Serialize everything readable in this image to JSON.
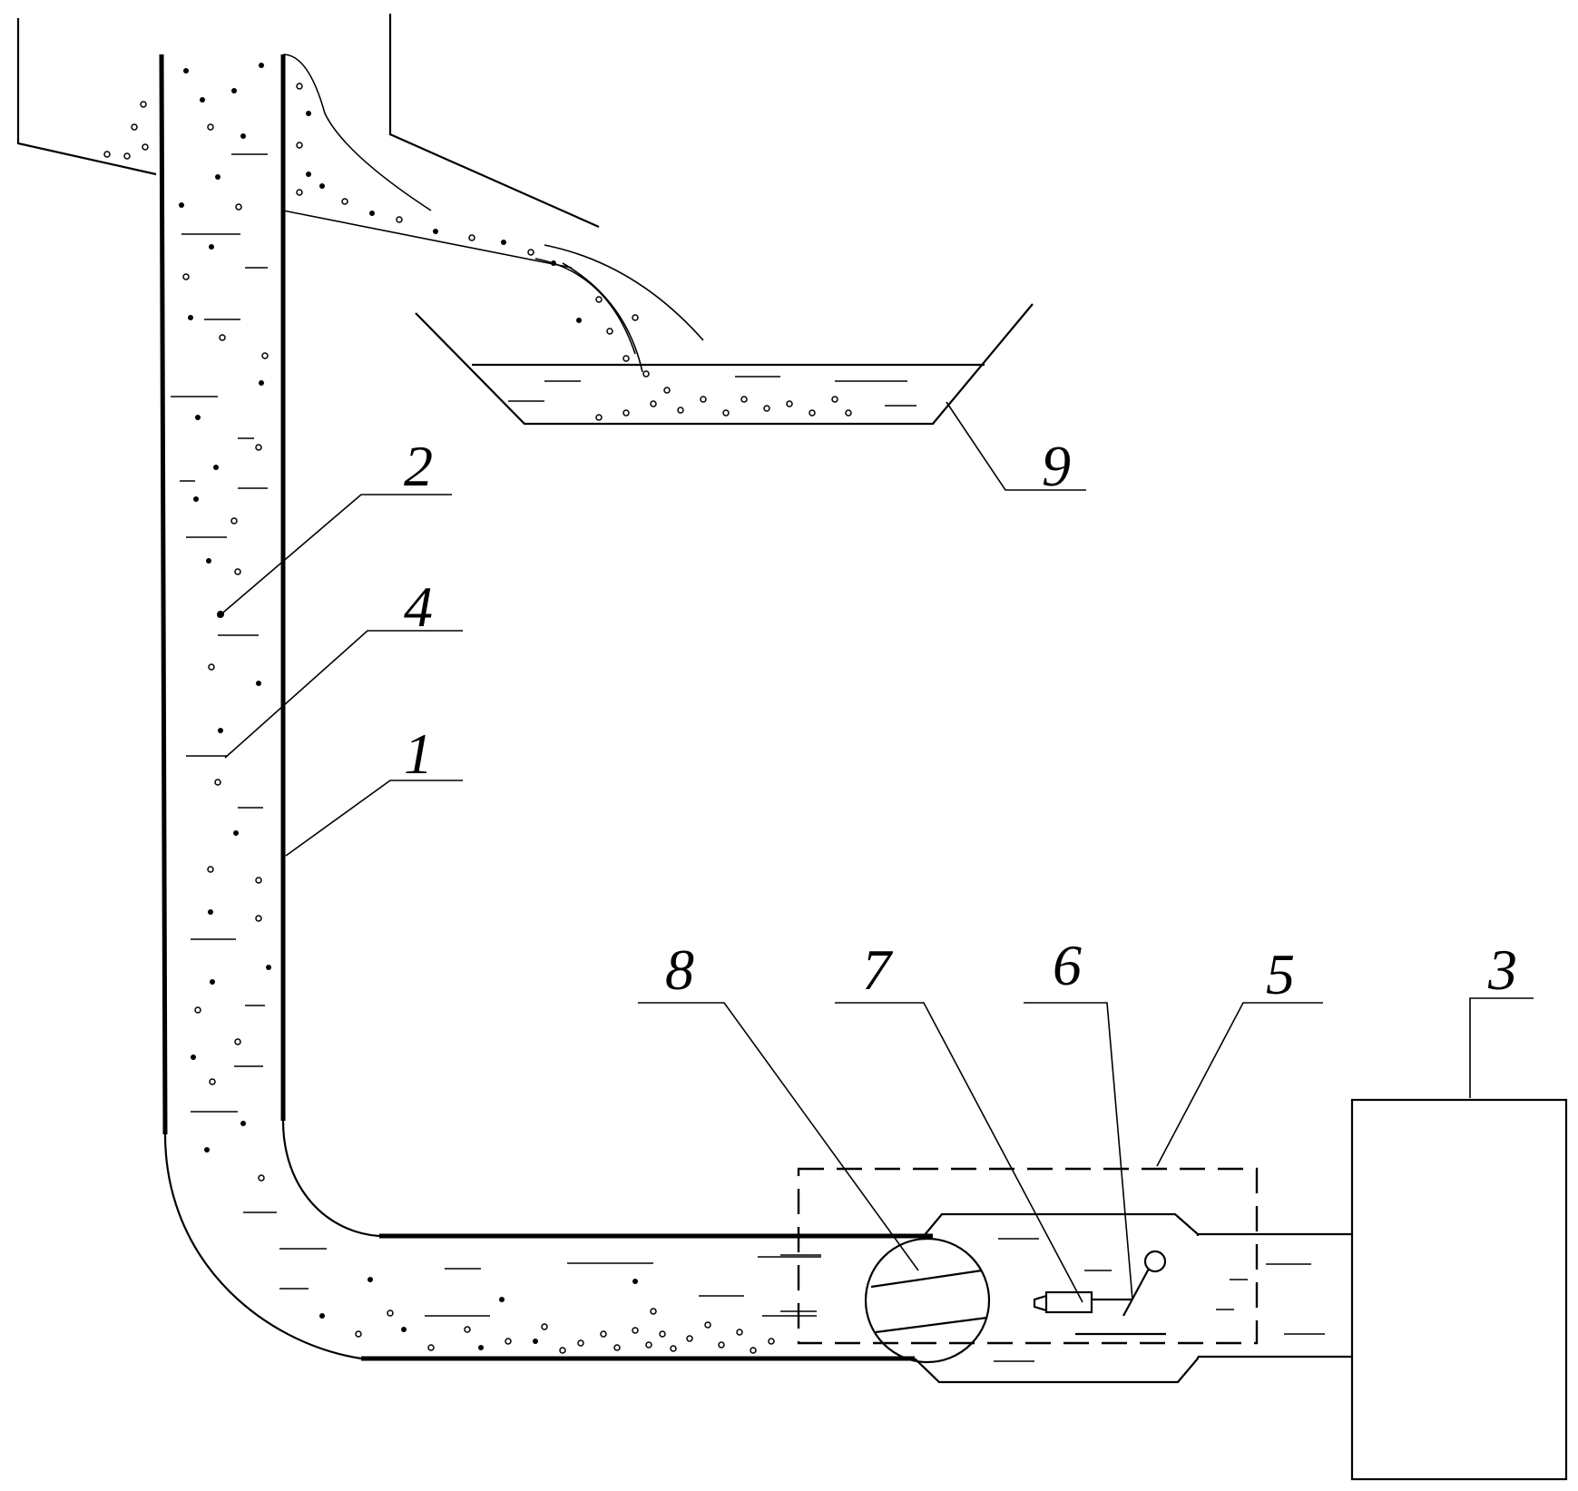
{
  "labels": {
    "pipe": "1",
    "particle": "2",
    "unit_box": "3",
    "liquid": "4",
    "dashed_housing": "5",
    "lever": "6",
    "sensor": "7",
    "ball_valve": "8",
    "collecting_tank": "9"
  },
  "colors": {
    "line": "#000000",
    "background": "#ffffff"
  }
}
